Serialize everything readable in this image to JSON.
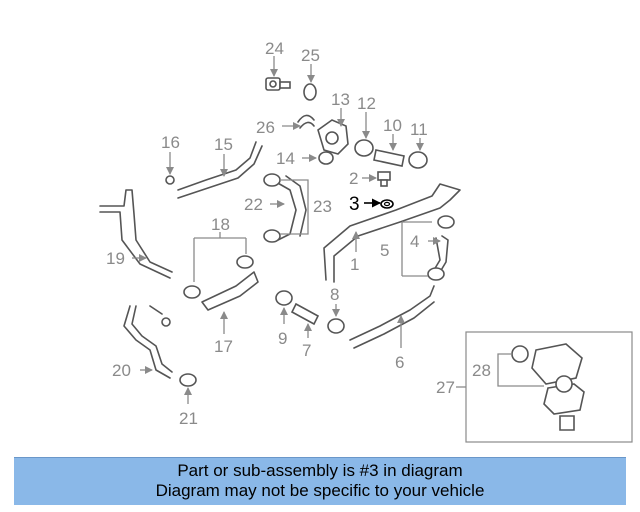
{
  "labels": {
    "l1": "1",
    "l2": "2",
    "l3": "3",
    "l4": "4",
    "l5": "5",
    "l6": "6",
    "l7": "7",
    "l8": "8",
    "l9": "9",
    "l10": "10",
    "l11": "11",
    "l12": "12",
    "l13": "13",
    "l14": "14",
    "l15": "15",
    "l16": "16",
    "l17": "17",
    "l18": "18",
    "l19": "19",
    "l20": "20",
    "l21": "21",
    "l22": "22",
    "l23": "23",
    "l24": "24",
    "l25": "25",
    "l26": "26",
    "l27": "27",
    "l28": "28"
  },
  "highlight_part": "3",
  "banner": {
    "line1": "Part or sub-assembly is #3 in diagram",
    "line2": "Diagram may not be specific to your vehicle"
  }
}
